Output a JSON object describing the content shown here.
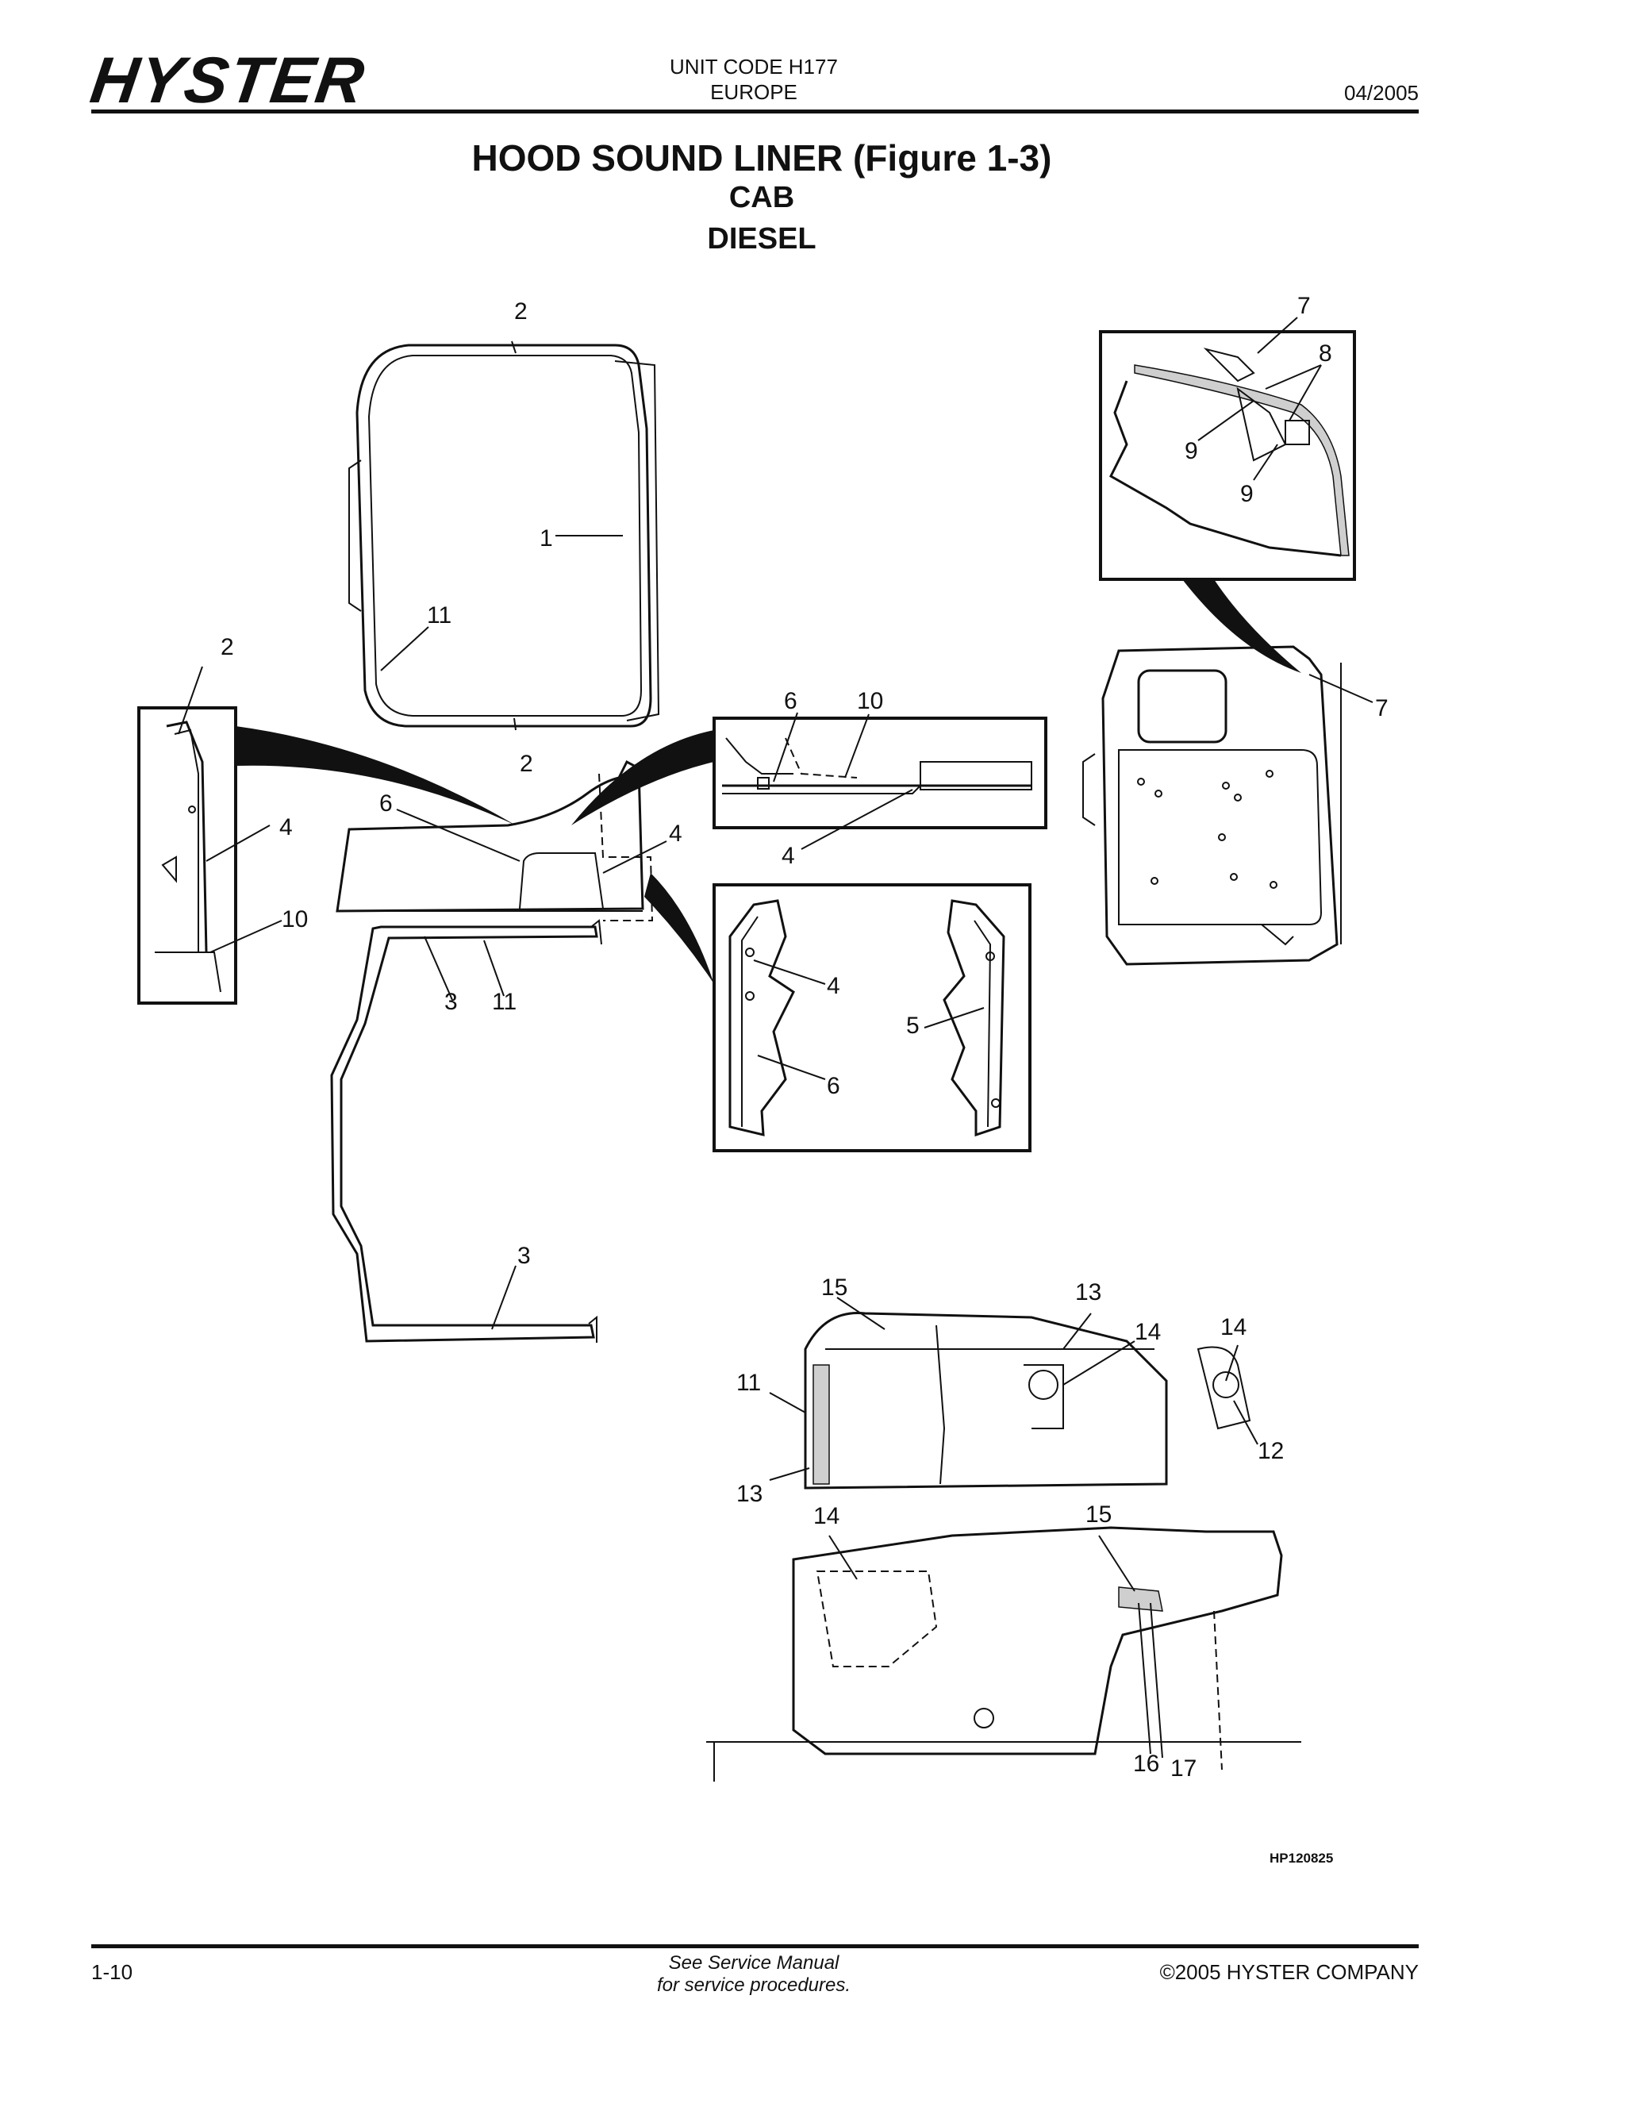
{
  "header": {
    "brand": "HYSTER",
    "unit_code": "UNIT CODE H177",
    "region": "EUROPE",
    "date": "04/2005"
  },
  "titles": {
    "main": "HOOD SOUND LINER (Figure 1-3)",
    "sub1": "CAB",
    "sub2": "DIESEL"
  },
  "callouts": [
    "1",
    "2",
    "2",
    "2",
    "11",
    "6",
    "10",
    "6",
    "4",
    "4",
    "4",
    "10",
    "3",
    "11",
    "4",
    "5",
    "6",
    "3",
    "7",
    "8",
    "9",
    "9",
    "7",
    "15",
    "13",
    "14",
    "14",
    "11",
    "12",
    "13",
    "14",
    "15",
    "16",
    "17"
  ],
  "figure_ref": "HP120825",
  "footer": {
    "page": "1-10",
    "note_line1": "See Service Manual",
    "note_line2": "for service procedures.",
    "copyright": "©2005 HYSTER COMPANY"
  }
}
